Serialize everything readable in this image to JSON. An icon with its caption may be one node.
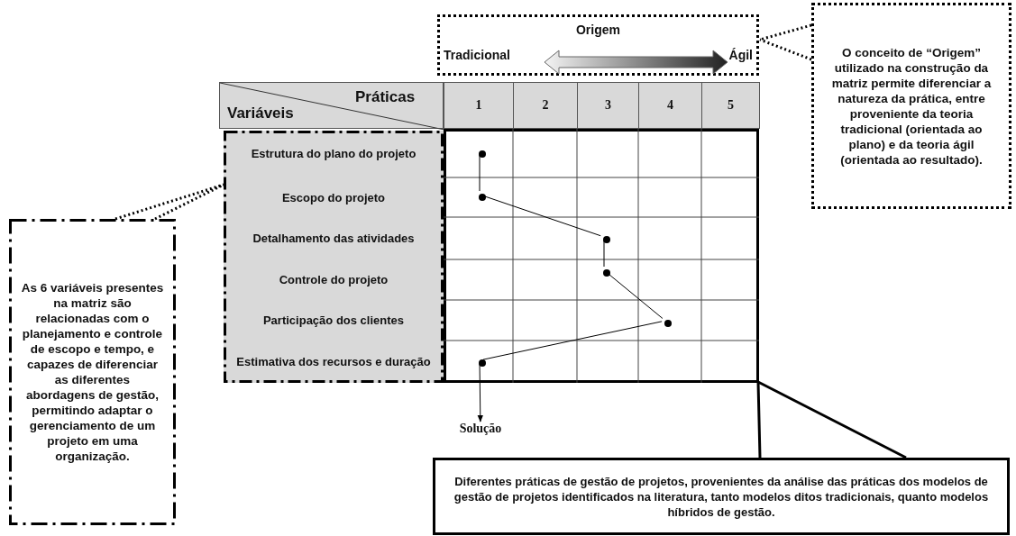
{
  "diagram": {
    "nodes": [
      {
        "text": [
          "Tradicional",
          "Origem",
          "Ágil"
        ]
      },
      {
        "text": [
          "O conceito de “Origem” utilizado na construção da matriz permite diferenciar a natureza da prática, entre proveniente da teoria tradicional (orientada ao plano) e da teoria ágil (orientada ao resultado)."
        ]
      },
      {
        "text": [
          "Estrutura do plano do projeto",
          "Escopo do projeto",
          "Detalhamento das atividades",
          "Controle do projeto",
          "Participação dos clientes",
          "Estimativa dos recursos e duração"
        ]
      },
      {
        "text": [
          "As 6 variáveis presentes na matriz são relacionadas com o planejamento e controle de escopo e tempo, e capazes de diferenciar as diferentes abordagens de gestão, permitindo adaptar o gerenciamento de um projeto em uma organização."
        ]
      },
      {
        "text": [],
        "shape": "box"
      },
      {
        "text": [],
        "shape": "circle",
        "in": 4
      },
      {
        "text": [],
        "shape": "circle",
        "in": 4
      },
      {
        "text": [],
        "shape": "circle",
        "in": 4
      },
      {
        "text": [],
        "shape": "circle",
        "in": 4
      },
      {
        "text": [],
        "shape": "circle",
        "in": 4
      },
      {
        "text": [],
        "shape": "circle",
        "in": 4
      },
      {
        "text": [
          "Solução"
        ]
      },
      {
        "text": [
          "Diferentes práticas de gestão de projetos, provenientes da análise das práticas dos modelos de gestão de projetos identificados na literatura, tanto modelos ditos tradicionais, quanto modelos híbridos de gestão."
        ]
      }
    ],
    "edges": [
      {
        "from": 1,
        "to": 0,
        "arrow": "none",
        "style": "dashed"
      },
      {
        "from": 3,
        "to": 2,
        "arrow": "none",
        "style": "dashed"
      },
      {
        "from": 5,
        "to": 6,
        "arrow": "none"
      },
      {
        "from": 6,
        "to": 7,
        "arrow": "none"
      },
      {
        "from": 7,
        "to": 8,
        "arrow": "none"
      },
      {
        "from": 8,
        "to": 9,
        "arrow": "none"
      },
      {
        "from": 9,
        "to": 10,
        "arrow": "none"
      },
      {
        "from": 10,
        "to": 11,
        "arrow": "to"
      },
      {
        "from": 12,
        "to": 4,
        "arrow": "none",
        "style": "thick"
      }
    ],
    "labels": [
      "Variáveis",
      "Práticas",
      "1",
      "2",
      "3",
      "4",
      "5"
    ]
  }
}
